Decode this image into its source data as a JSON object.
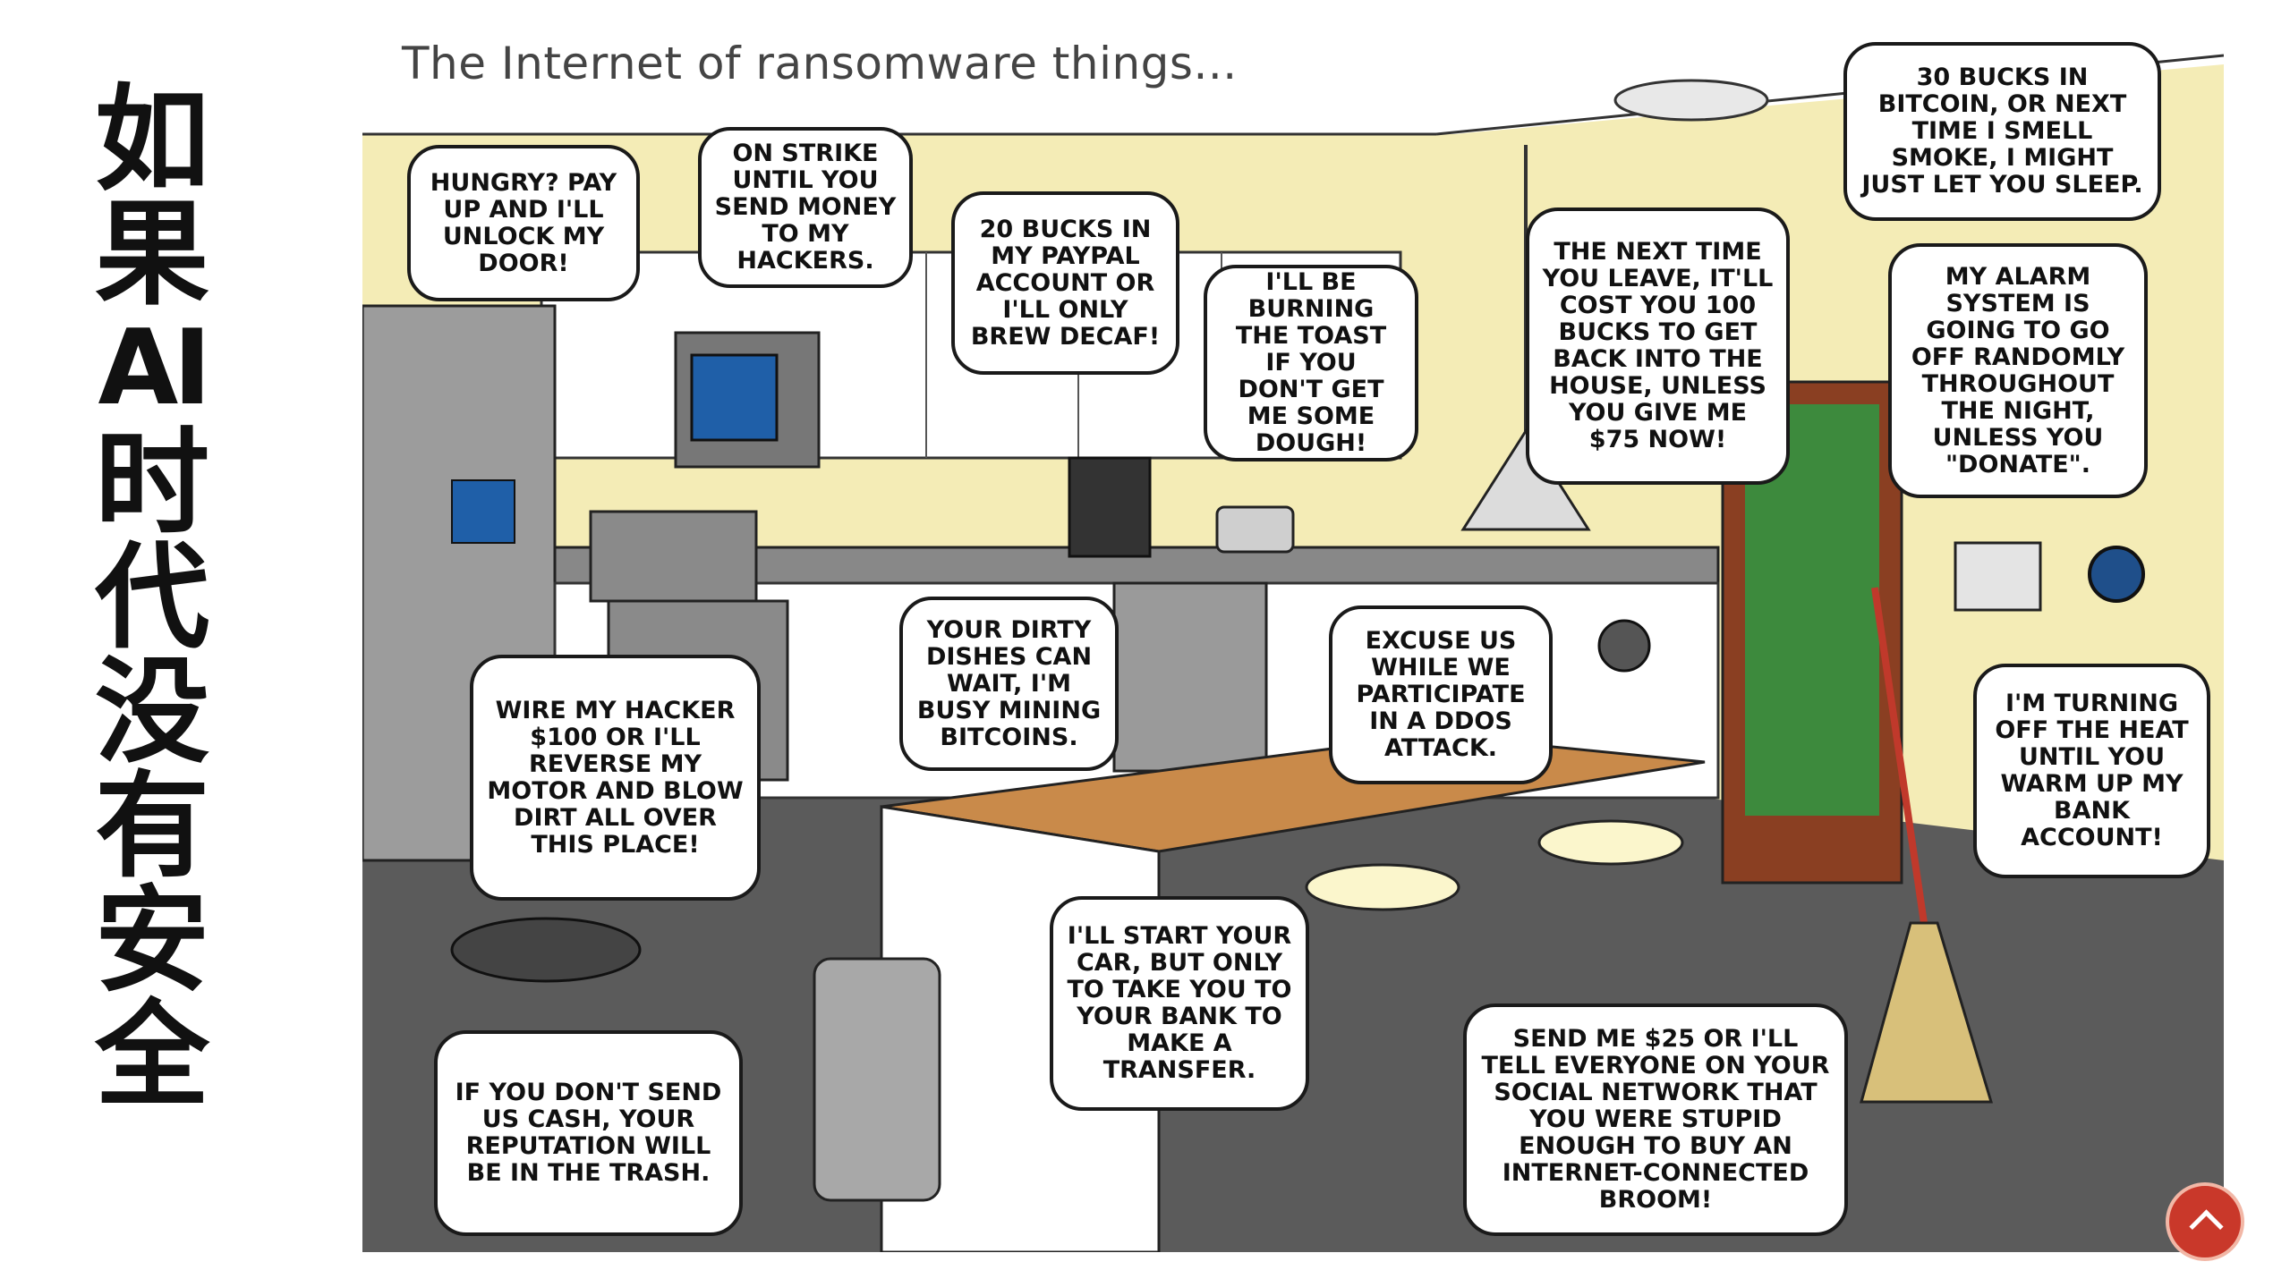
{
  "side_title": {
    "chars": [
      "如",
      "果",
      "AI",
      "时",
      "代",
      "没",
      "有",
      "安",
      "全"
    ]
  },
  "comic": {
    "title": "The Internet of ransomware things...",
    "bubbles": {
      "fridge": "HUNGRY? PAY UP AND I'LL UNLOCK MY DOOR!",
      "microwave": "ON STRIKE UNTIL YOU SEND MONEY TO MY HACKERS.",
      "coffee": "20 BUCKS IN MY PAYPAL ACCOUNT OR I'LL ONLY BREW DECAF!",
      "toaster": "I'LL BE BURNING THE TOAST IF YOU DON'T GET ME SOME DOUGH!",
      "door_lock": "THE NEXT TIME YOU LEAVE, IT'LL COST YOU 100 BUCKS TO GET BACK INTO THE HOUSE, UNLESS YOU GIVE ME $75 NOW!",
      "smoke_detector": "30 BUCKS IN BITCOIN, OR NEXT TIME I SMELL SMOKE, I MIGHT JUST LET YOU SLEEP.",
      "alarm": "MY ALARM SYSTEM IS GOING TO GO OFF RANDOMLY THROUGHOUT THE NIGHT, UNLESS YOU \"DONATE\".",
      "dishwasher": "YOUR DIRTY DISHES CAN WAIT, I'M BUSY MINING BITCOINS.",
      "camera": "EXCUSE US WHILE WE PARTICIPATE IN A DDOS ATTACK.",
      "thermostat": "I'M TURNING OFF THE HEAT UNTIL YOU WARM UP MY BANK ACCOUNT!",
      "robot_vacuum": "WIRE MY HACKER $100 OR I'LL REVERSE MY MOTOR AND BLOW DIRT ALL OVER THIS PLACE!",
      "car_key": "I'LL START YOUR CAR, BUT ONLY TO TAKE YOU TO YOUR BANK TO MAKE A TRANSFER.",
      "trash": "IF YOU DON'T SEND US CASH, YOUR REPUTATION WILL BE IN THE TRASH.",
      "broom": "SEND ME $25 OR I'LL TELL EVERYONE ON YOUR SOCIAL NETWORK THAT YOU WERE STUPID ENOUGH TO BUY AN INTERNET-CONNECTED BROOM!"
    }
  },
  "colors": {
    "wall": "#f4ecb6",
    "floor": "#5b5b5b",
    "counter_top": "#c98a4a",
    "badge": "#c9382a"
  }
}
